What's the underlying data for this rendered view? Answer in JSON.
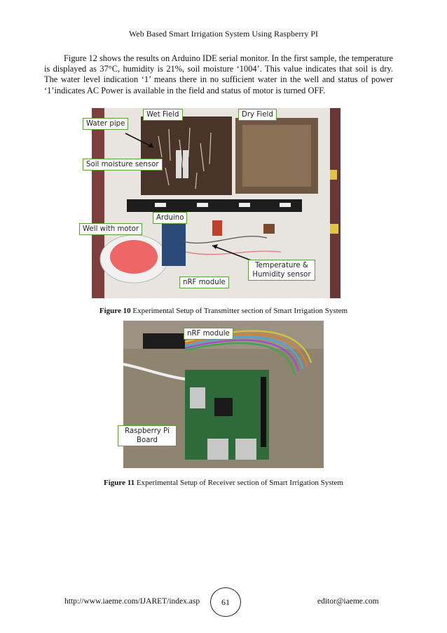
{
  "header": {
    "title": "Web Based Smart Irrigation System Using Raspberry PI"
  },
  "body": {
    "paragraph": "Figure 12 shows the results on Arduino IDE serial monitor. In the first sample, the temperature is displayed as 37°C, humidity is 21%, soil moisture ‘1004’. This value indicates that soil is dry. The water level indication ‘1’ means there in no sufficient water in the well and status of power ‘1’indicates AC Power is available in the field and status of motor is turned OFF."
  },
  "figure10": {
    "labels": {
      "water_pipe": "Water pipe",
      "wet_field": "Wet Field",
      "dry_field": "Dry Field",
      "soil_sensor": "Soil moisture sensor",
      "arduino": "Arduino",
      "well_motor": "Well with motor",
      "temp_humidity_line1": "Temperature &",
      "temp_humidity_line2": "Humidity sensor",
      "nrf": "nRF module"
    },
    "caption_label": "Figure 10",
    "caption_text": " Experimental Setup of Transmitter section of Smart Irrigation System"
  },
  "figure11": {
    "labels": {
      "nrf": "nRF module",
      "rpi_line1": "Raspberry Pi",
      "rpi_line2": "Board"
    },
    "caption_label": "Figure 11",
    "caption_text": " Experimental Setup of Receiver section of Smart Irrigation System"
  },
  "footer": {
    "url": "http://www.iaeme.com/IJARET/index.asp",
    "page": "61",
    "email": "editor@iaeme.com"
  }
}
